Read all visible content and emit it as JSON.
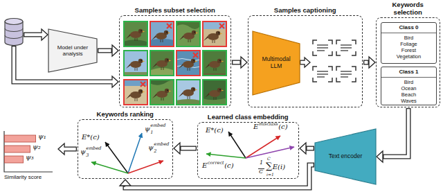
{
  "diagram": {
    "nodes": [
      {
        "text": [
          "Model under analysis"
        ]
      },
      {
        "text": [
          "Samples subset selection"
        ]
      },
      {
        "text": [
          "Samples captioning"
        ]
      },
      {
        "text": [
          "Multimodal LLM"
        ],
        "in": 2
      },
      {
        "text": [
          "Keywords selection"
        ]
      },
      {
        "text": [
          "Class 0",
          "Bird Foliage Forest Vegetation"
        ],
        "in": 4
      },
      {
        "text": [
          "Class 1",
          "Bird Ocean Beach Waves"
        ],
        "in": 4
      },
      {
        "text": [
          "Text encoder"
        ]
      },
      {
        "text": [
          "Learned class embedding"
        ]
      },
      {
        "text": [
          "Keywords ranking"
        ]
      }
    ],
    "edges": [
      {
        "from": 0,
        "to": 1,
        "arrow": "to"
      },
      {
        "from": 1,
        "to": 2,
        "arrow": "to"
      },
      {
        "from": 2,
        "to": 4,
        "arrow": "to"
      },
      {
        "from": 4,
        "to": 7,
        "arrow": "to"
      },
      {
        "from": 7,
        "to": 8,
        "arrow": "to"
      },
      {
        "from": 7,
        "to": 9,
        "arrow": "to"
      },
      {
        "from": 8,
        "to": 9,
        "arrow": "to"
      }
    ],
    "labels": [
      "ψ₁",
      "ψ₂",
      "ψ₃",
      "Similarity score",
      "E*(c)",
      "ψ",
      "embed",
      "1",
      "ψ",
      "embed",
      "2",
      "ψ",
      "embed",
      "3",
      "E*(c)",
      "E",
      "misclass",
      "(c)",
      "E",
      "correct",
      "(c)",
      "1",
      "C",
      "∑",
      "C",
      "i=1",
      "E(i)"
    ]
  }
}
